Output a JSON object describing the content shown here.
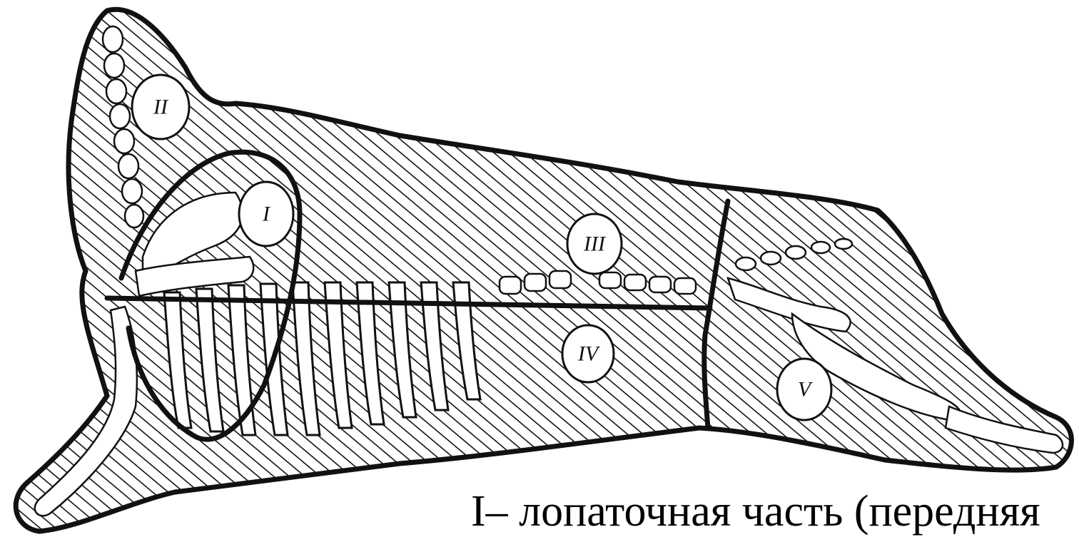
{
  "diagram": {
    "regions": [
      {
        "id": "I",
        "label": "I"
      },
      {
        "id": "II",
        "label": "II"
      },
      {
        "id": "III",
        "label": "III"
      },
      {
        "id": "IV",
        "label": "IV"
      },
      {
        "id": "V",
        "label": "V"
      }
    ]
  },
  "caption": {
    "text": "I– лопаточная часть (передняя"
  },
  "colors": {
    "ink": "#111111",
    "background": "#ffffff"
  }
}
